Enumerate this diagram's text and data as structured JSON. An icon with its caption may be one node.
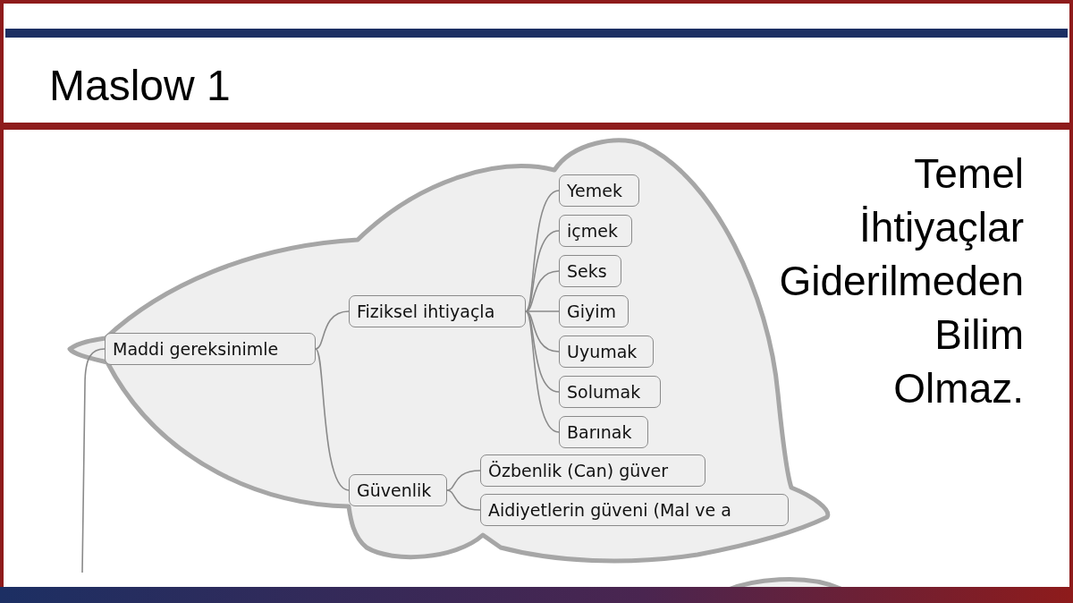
{
  "diagram": {
    "title": "Maslow 1",
    "nodes": [
      {
        "text": [],
        "shape": "cloud"
      },
      {
        "text": [
          "Maddi gereksinimle"
        ],
        "in": 0
      },
      {
        "text": [
          "Fiziksel ihtiyaçla"
        ],
        "in": 0
      },
      {
        "text": [
          "Yemek"
        ],
        "in": 0
      },
      {
        "text": [
          "içmek"
        ],
        "in": 0
      },
      {
        "text": [
          "Seks"
        ],
        "in": 0
      },
      {
        "text": [
          "Giyim"
        ],
        "in": 0
      },
      {
        "text": [
          "Uyumak"
        ],
        "in": 0
      },
      {
        "text": [
          "Solumak"
        ],
        "in": 0
      },
      {
        "text": [
          "Barınak"
        ],
        "in": 0
      },
      {
        "text": [
          "Güvenlik"
        ],
        "in": 0
      },
      {
        "text": [
          "Özbenlik (Can) güver"
        ],
        "in": 0
      },
      {
        "text": [
          "Aidiyetlerin güveni (Mal ve a"
        ],
        "in": 0
      }
    ],
    "edges": [
      {
        "from": 1,
        "to": 2,
        "arrow": "none"
      },
      {
        "from": 2,
        "to": 3,
        "arrow": "none"
      },
      {
        "from": 2,
        "to": 4,
        "arrow": "none"
      },
      {
        "from": 2,
        "to": 5,
        "arrow": "none"
      },
      {
        "from": 2,
        "to": 6,
        "arrow": "none"
      },
      {
        "from": 2,
        "to": 7,
        "arrow": "none"
      },
      {
        "from": 2,
        "to": 8,
        "arrow": "none"
      },
      {
        "from": 2,
        "to": 9,
        "arrow": "none"
      },
      {
        "from": 1,
        "to": 10,
        "arrow": "none"
      },
      {
        "from": 10,
        "to": 11,
        "arrow": "none"
      },
      {
        "from": 10,
        "to": 12,
        "arrow": "none"
      },
      {
        "from": 1,
        "to": null,
        "arrow": "none"
      }
    ],
    "labels": [
      "Temel İhtiyaçlar Giderilmeden Bilim Olmaz."
    ]
  }
}
